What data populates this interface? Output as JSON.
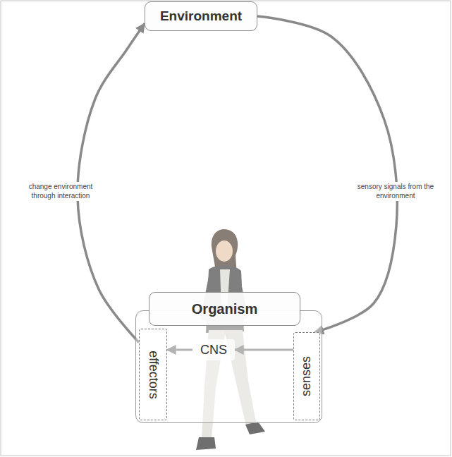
{
  "diagram": {
    "nodes": [
      {
        "text": [
          "Environment"
        ]
      },
      {
        "text": [
          "Organism"
        ]
      },
      {
        "text": [
          "effectors"
        ],
        "in": 1
      },
      {
        "text": [
          "CNS"
        ],
        "in": 1
      },
      {
        "text": [
          "senses"
        ],
        "in": 1
      }
    ],
    "edges": [
      {
        "from": 0,
        "to": 4,
        "label": "sensory signals from the environment",
        "arrow": "to"
      },
      {
        "from": 2,
        "to": 0,
        "label": "change environment through interaction",
        "arrow": "to"
      },
      {
        "from": 4,
        "to": 3,
        "arrow": "to"
      },
      {
        "from": 3,
        "to": 2,
        "arrow": "to"
      }
    ]
  }
}
